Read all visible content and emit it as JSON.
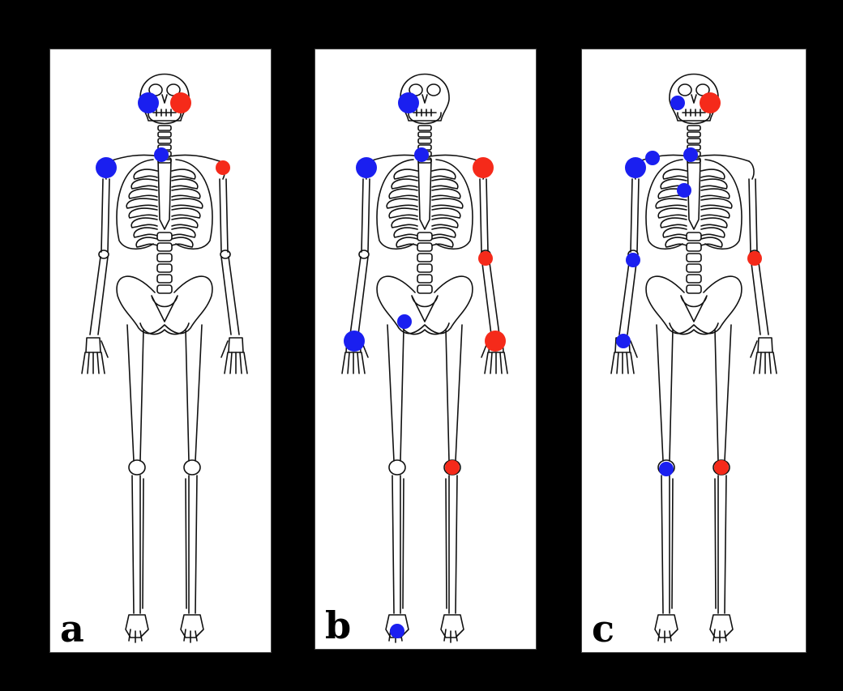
{
  "colors": {
    "blue_marker": "#1a1ff0",
    "red_marker": "#f52a1a",
    "background": "#000000",
    "panel": "#ffffff",
    "bone_line": "#111111"
  },
  "panels": [
    {
      "label": "a",
      "markers": [
        {
          "site": "right-jaw",
          "color": "blue",
          "size": "large"
        },
        {
          "site": "left-jaw",
          "color": "red",
          "size": "large"
        },
        {
          "site": "sternal-notch",
          "color": "blue",
          "size": "small"
        },
        {
          "site": "right-shoulder",
          "color": "blue",
          "size": "large"
        },
        {
          "site": "left-shoulder",
          "color": "red",
          "size": "small"
        }
      ]
    },
    {
      "label": "b",
      "markers": [
        {
          "site": "right-jaw",
          "color": "blue",
          "size": "large"
        },
        {
          "site": "sternal-notch",
          "color": "blue",
          "size": "small"
        },
        {
          "site": "right-shoulder",
          "color": "blue",
          "size": "large"
        },
        {
          "site": "left-shoulder",
          "color": "red",
          "size": "large"
        },
        {
          "site": "left-elbow",
          "color": "red",
          "size": "small"
        },
        {
          "site": "right-wrist",
          "color": "blue",
          "size": "large"
        },
        {
          "site": "right-hip",
          "color": "blue",
          "size": "small"
        },
        {
          "site": "left-wrist",
          "color": "red",
          "size": "large"
        },
        {
          "site": "left-knee",
          "color": "red",
          "size": "small"
        },
        {
          "site": "right-foot",
          "color": "blue",
          "size": "small"
        }
      ]
    },
    {
      "label": "c",
      "markers": [
        {
          "site": "right-jaw",
          "color": "blue",
          "size": "small"
        },
        {
          "site": "left-jaw",
          "color": "red",
          "size": "large"
        },
        {
          "site": "right-shoulder",
          "color": "blue",
          "size": "large"
        },
        {
          "site": "right-clavicle",
          "color": "blue",
          "size": "small"
        },
        {
          "site": "sternal-notch",
          "color": "blue",
          "size": "small"
        },
        {
          "site": "right-ribs",
          "color": "blue",
          "size": "small"
        },
        {
          "site": "right-elbow",
          "color": "blue",
          "size": "small"
        },
        {
          "site": "left-elbow",
          "color": "red",
          "size": "small"
        },
        {
          "site": "right-wrist",
          "color": "blue",
          "size": "small"
        },
        {
          "site": "right-knee",
          "color": "blue",
          "size": "small"
        },
        {
          "site": "left-knee",
          "color": "red",
          "size": "small"
        }
      ]
    }
  ]
}
